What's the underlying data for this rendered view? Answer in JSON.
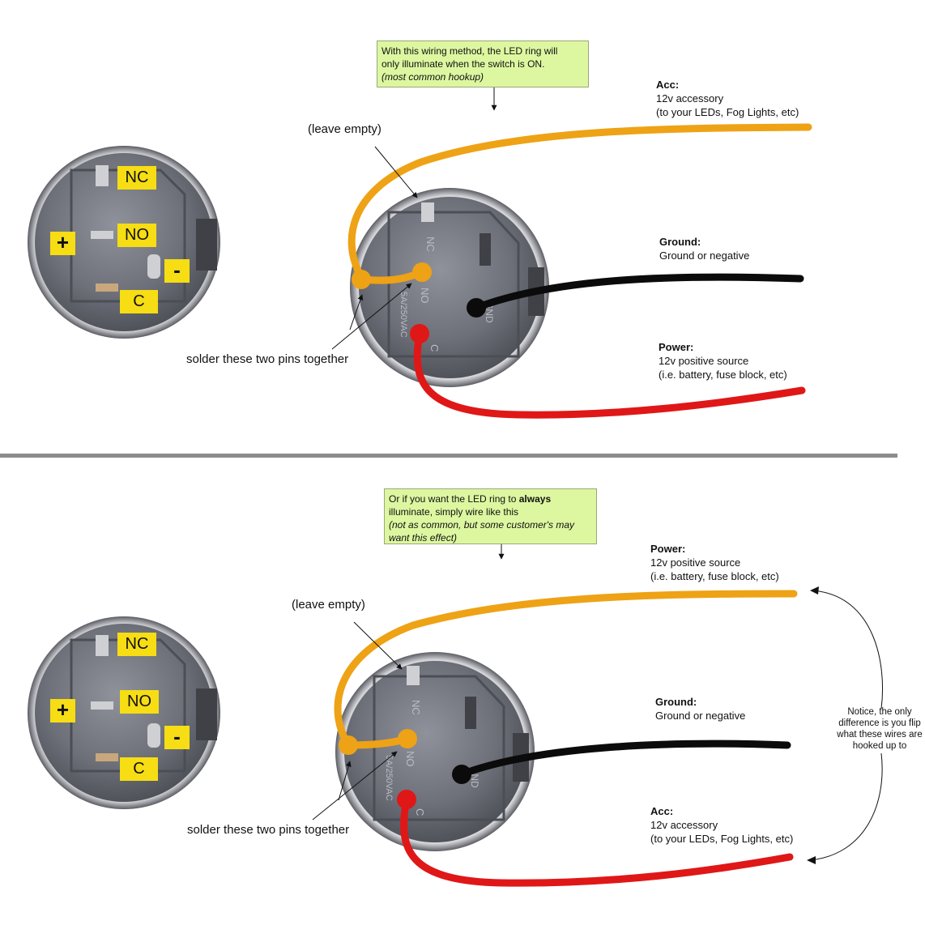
{
  "colors": {
    "orange_wire": "#eea215",
    "black_wire": "#0b0b0b",
    "red_wire": "#e01717",
    "note_bg": "#ddf7a0",
    "pin_label_bg": "#f6dd14",
    "divider": "#8d8b8b"
  },
  "top": {
    "note_line1": "With this wiring method, the LED ring will",
    "note_line2": "only illuminate when the switch is ON.",
    "note_line3": "(most common hookup)",
    "leave_empty": "(leave empty)",
    "solder": "solder these two pins together",
    "acc": {
      "title": "Acc:",
      "line1": "12v accessory",
      "line2": "(to your LEDs, Fog Lights, etc)"
    },
    "ground": {
      "title": "Ground:",
      "line1": "Ground or negative"
    },
    "power": {
      "title": "Power:",
      "line1": "12v positive source",
      "line2": "(i.e. battery, fuse block, etc)"
    }
  },
  "bottom": {
    "note_line1_pre": "Or if you want the LED ring to ",
    "note_line1_bold": "always",
    "note_line2": "illuminate, simply wire like this",
    "note_line3": "(not as common, but some customer's may",
    "note_line4": "want this effect)",
    "leave_empty": "(leave empty)",
    "solder": "solder these two pins together",
    "power": {
      "title": "Power:",
      "line1": "12v positive source",
      "line2": "(i.e. battery, fuse block, etc)"
    },
    "ground": {
      "title": "Ground:",
      "line1": "Ground or negative"
    },
    "acc": {
      "title": "Acc:",
      "line1": "12v accessory",
      "line2": "(to your LEDs, Fog Lights, etc)"
    },
    "notice_line1": "Notice, the only",
    "notice_line2": "difference is you flip",
    "notice_line3": "what these wires are",
    "notice_line4": "hooked up to"
  },
  "pin_labels": {
    "nc": "NC",
    "no": "NO",
    "plus": "+",
    "minus": "-",
    "c": "C"
  },
  "switch_markings": {
    "nc": "NC",
    "no": "NO",
    "gnd": "GND",
    "rating": "5A/250VAC",
    "c": "C"
  }
}
